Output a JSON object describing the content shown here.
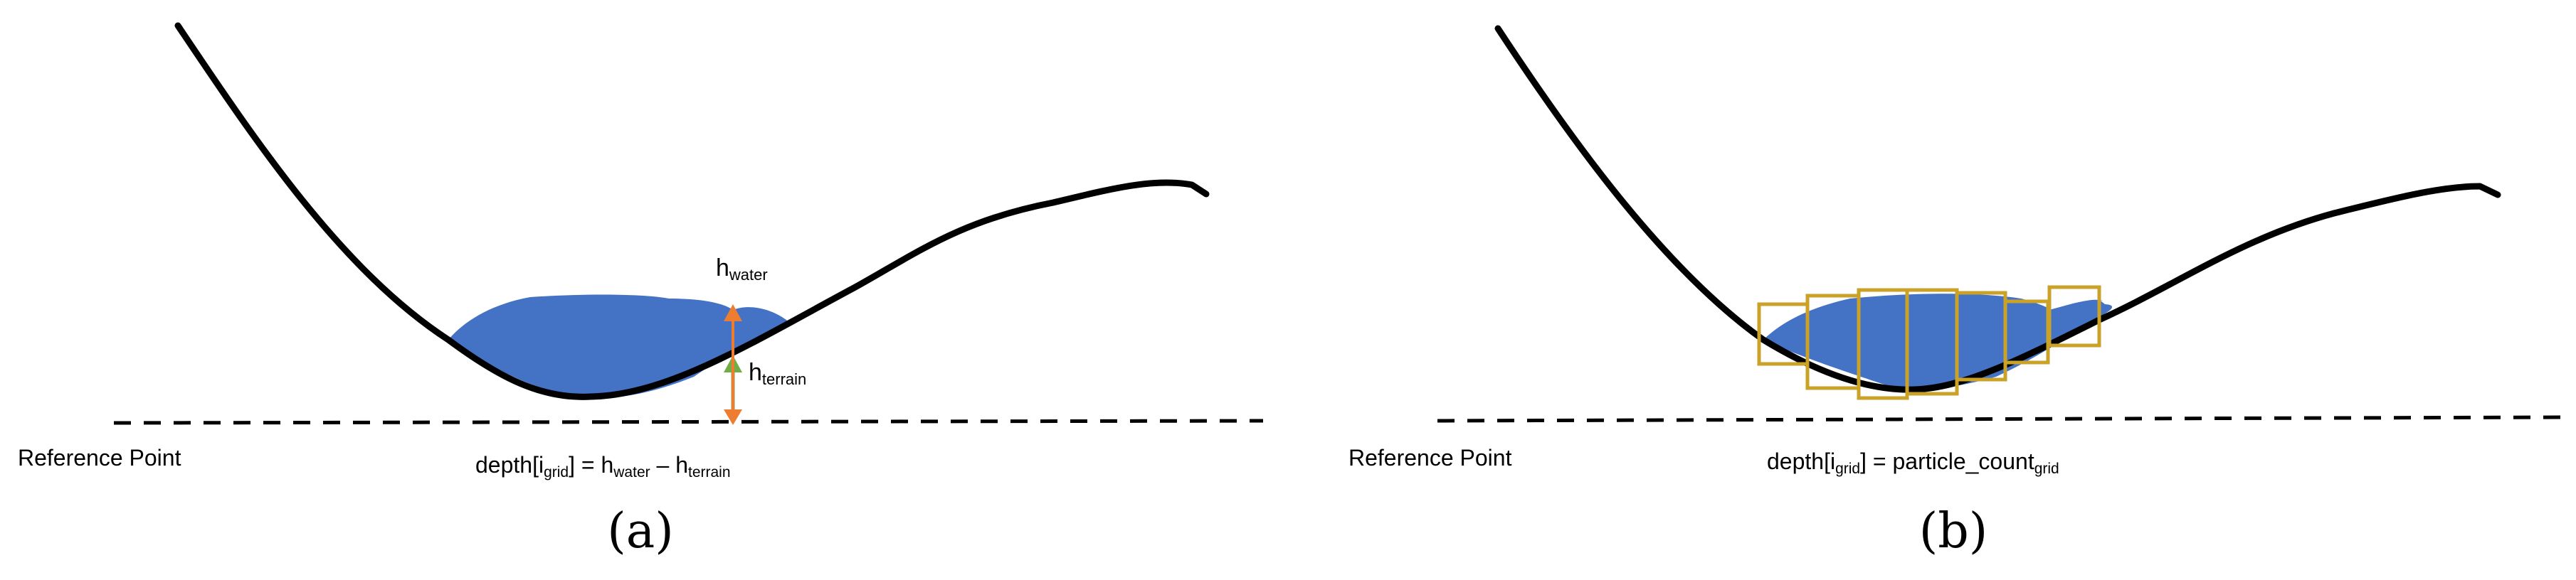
{
  "colors": {
    "water": "#4472c4",
    "terrain_line": "#000000",
    "h_water_accent": "#ed7d31",
    "h_terrain_accent": "#70ad47",
    "grid_box": "#c9a227",
    "reference_line": "#000000"
  },
  "panel_a": {
    "h_water_label": {
      "main": "h",
      "sub": "water"
    },
    "h_terrain_label": {
      "main": "h",
      "sub": "terrain"
    },
    "reference_label": "Reference Point",
    "formula": {
      "p1": "depth[i",
      "p1_sub": "grid",
      "p2": "] = h",
      "p2_sub": "water",
      "p3": " – h",
      "p3_sub": "terrain"
    },
    "caption": "(a)"
  },
  "panel_b": {
    "reference_label": "Reference Point",
    "formula": {
      "p1": "depth[i",
      "p1_sub": "grid",
      "p2": "] = particle_count",
      "p2_sub": "grid"
    },
    "caption": "(b)"
  }
}
